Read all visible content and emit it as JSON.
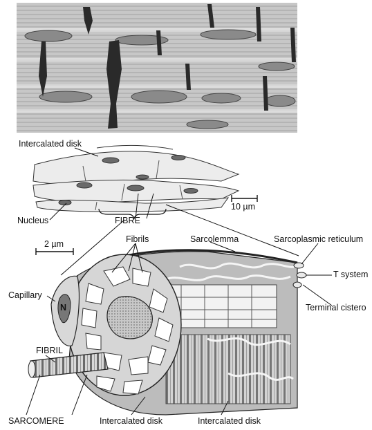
{
  "labels": {
    "intercalated_disk_top": "Intercalated disk",
    "scale_10um": "10 µm",
    "nucleus": "Nucleus",
    "fibre": "FIBRE",
    "scale_2um": "2 µm",
    "fibrils": "Fibrils",
    "sarcolemma": "Sarcolemma",
    "sarcoplasmic_reticulum": "Sarcoplasmic reticulum",
    "t_system": "T system",
    "capillary": "Capillary",
    "n": "N",
    "terminal_cistero": "Terminal cistero",
    "fibril": "FIBRIL",
    "sarcomere": "SARCOMERE",
    "intercalated_disk_bottom_left": "Intercalated disk",
    "intercalated_disk_bottom_right": "Intercalated disk"
  },
  "colors": {
    "micrograph_bg": "#b9b9b9",
    "dark_band": "#2a2a2a",
    "mitochondria": "#8a8a8a",
    "line": "#1a1a1a",
    "fibril_fill": "#d9d9d9"
  }
}
